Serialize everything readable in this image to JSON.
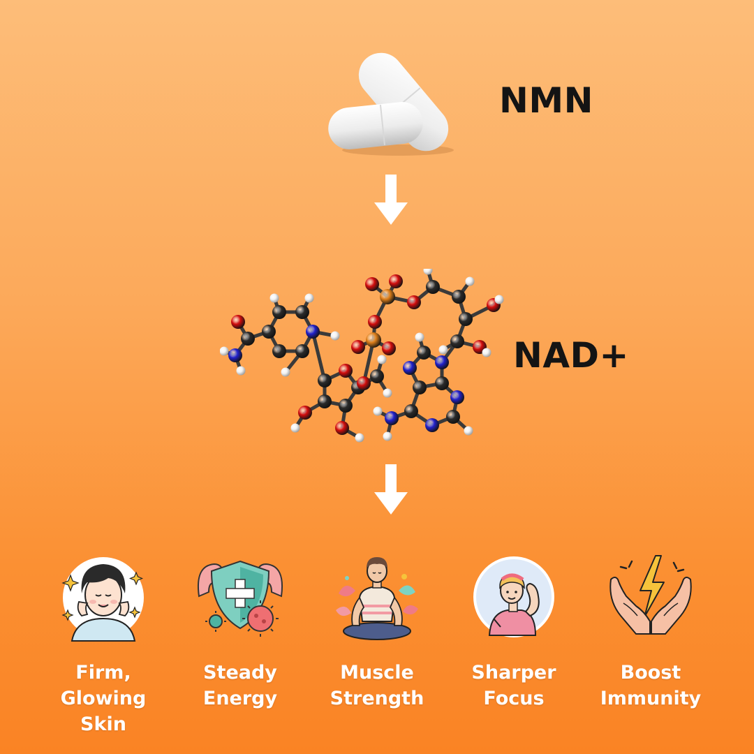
{
  "steps": {
    "nmn": {
      "label": "NMN"
    },
    "nad": {
      "label": "NAD+"
    }
  },
  "benefits": [
    {
      "line1": "Firm, Glowing",
      "line2": "Skin",
      "icon": "woman-face-sparkles-icon"
    },
    {
      "line1": "Steady",
      "line2": "Energy",
      "icon": "shield-virus-icon"
    },
    {
      "line1": "Muscle",
      "line2": "Strength",
      "icon": "meditation-icon"
    },
    {
      "line1": "Sharper",
      "line2": "Focus",
      "icon": "flexing-woman-icon"
    },
    {
      "line1": "Boost",
      "line2": "Immunity",
      "icon": "hands-lightning-icon"
    }
  ],
  "colors": {
    "background_top": "#fdbd79",
    "background_bottom": "#fa8324",
    "label_text": "#141414",
    "benefit_text": "#ffffff",
    "carbon": "#2b2b2b",
    "oxygen": "#d40d0d",
    "nitrogen": "#2222cc",
    "phosphorus": "#e0801a",
    "hydrogen": "#f2f2f2"
  }
}
